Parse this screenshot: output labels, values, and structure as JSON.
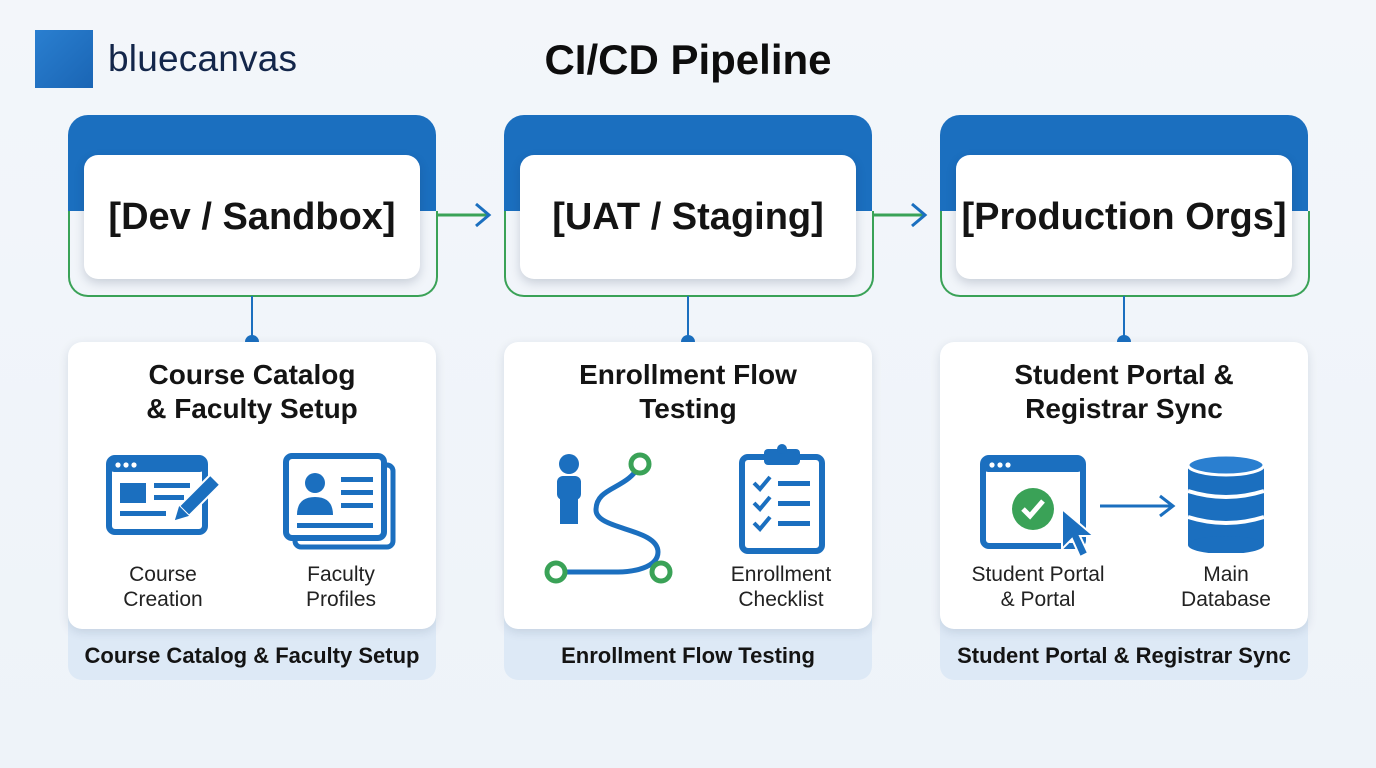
{
  "brand": {
    "name": "bluecanvas"
  },
  "title": "CI/CD Pipeline",
  "colors": {
    "primary": "#1b6fbf",
    "success": "#3aa257",
    "band": "#dde9f6"
  },
  "stages": [
    {
      "label": "[Dev / Sandbox]",
      "detail_title_line1": "Course Catalog",
      "detail_title_line2": "& Faculty Setup",
      "footer": "Course Catalog & Faculty Setup",
      "items": [
        {
          "icon": "course-creation-icon",
          "line1": "Course",
          "line2": "Creation"
        },
        {
          "icon": "faculty-profiles-icon",
          "line1": "Faculty",
          "line2": "Profiles"
        }
      ]
    },
    {
      "label": "[UAT / Staging]",
      "detail_title_line1": "Enrollment Flow",
      "detail_title_line2": "Testing",
      "footer": "Enrollment Flow Testing",
      "items": [
        {
          "icon": "enrollment-path-icon",
          "line1": "",
          "line2": ""
        },
        {
          "icon": "checklist-icon",
          "line1": "Enrollment",
          "line2": "Checklist"
        }
      ]
    },
    {
      "label": "[Production Orgs]",
      "detail_title_line1": "Student Portal &",
      "detail_title_line2": "Registrar Sync",
      "footer": "Student Portal & Registrar Sync",
      "items": [
        {
          "icon": "portal-check-icon",
          "line1": "Student Portal",
          "line2": "& Portal"
        },
        {
          "icon": "database-icon",
          "line1": "Main",
          "line2": "Database"
        }
      ]
    }
  ]
}
